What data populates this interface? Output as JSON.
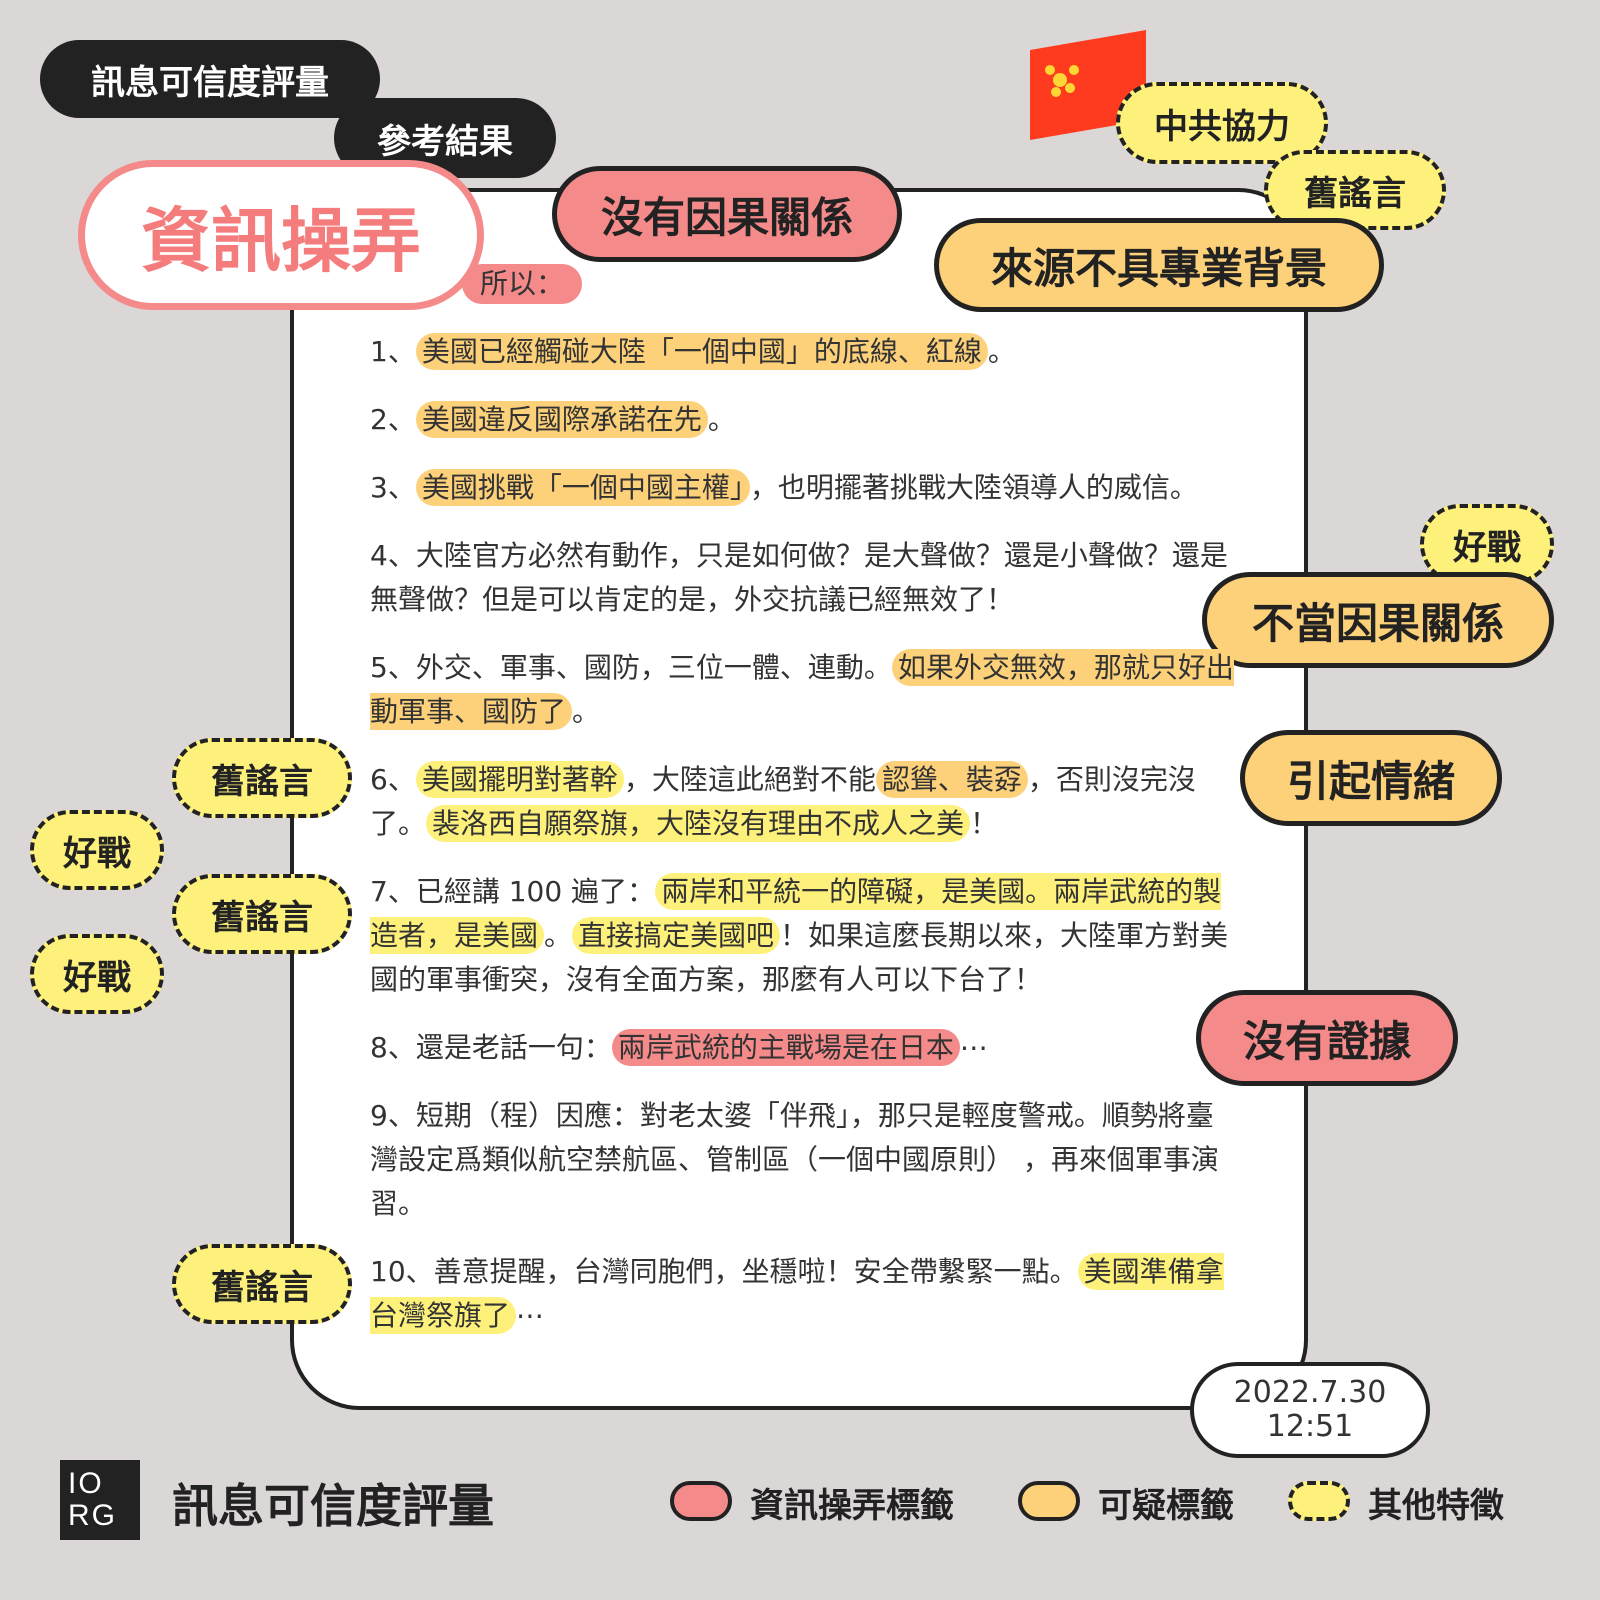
{
  "header": {
    "title": "訊息可信度評量",
    "subtitle": "參考結果"
  },
  "main_label": "資訊操弄",
  "intro": "所以：",
  "points": {
    "p1": {
      "num": "1、",
      "hl": "美國已經觸碰大陸「一個中國」的底線、紅線",
      "end": "。"
    },
    "p2": {
      "num": "2、",
      "hl": "美國違反國際承諾在先",
      "end": "。"
    },
    "p3": {
      "num": "3、",
      "hl": "美國挑戰「一個中國主權」",
      "end": "，也明擺著挑戰大陸領導人的威信。"
    },
    "p4": {
      "text": "4、大陸官方必然有動作，只是如何做？是大聲做？還是小聲做？還是無聲做？但是可以肯定的是，外交抗議已經無效了！"
    },
    "p5": {
      "pre": "5、外交、軍事、國防，三位一體、連動。",
      "hl": "如果外交無效，那就只好出動軍事、國防了",
      "end": "。"
    },
    "p6": {
      "num": "6、",
      "hl1": "美國擺明對著幹",
      "mid1": "，大陸這此絕對不能",
      "hl2": "認聳、裝孬",
      "mid2": "，否則沒完沒了。",
      "hl3": "裴洛西自願祭旗，大陸沒有理由不成人之美",
      "end": "！"
    },
    "p7": {
      "pre": "7、已經講 100 遍了：",
      "hl1": "兩岸和平統一的障礙，是美國。兩岸武統的製造者，是美國",
      "mid": "。",
      "hl2": "直接搞定美國吧",
      "end": "！如果這麼長期以來，大陸軍方對美國的軍事衝突，沒有全面方案，那麼有人可以下台了！"
    },
    "p8": {
      "pre": "8、還是老話一句：",
      "hl": "兩岸武統的主戰場是在日本",
      "end": "⋯"
    },
    "p9": {
      "text": "9、短期（程）因應：對老太婆「伴飛」，那只是輕度警戒。順勢將臺灣設定爲類似航空禁航區、管制區（一個中國原則） ，再來個軍事演習。"
    },
    "p10": {
      "pre": "10、善意提醒，台灣同胞們，坐穩啦！安全帶繫緊一點。",
      "hl": "美國準備拿台灣祭旗了",
      "end": "⋯"
    }
  },
  "tags": {
    "no_causality": "沒有因果關係",
    "ccp": "中共協力",
    "old_rumor": "舊謠言",
    "no_expertise": "來源不具專業背景",
    "warlike": "好戰",
    "improper_causality": "不當因果關係",
    "emotion": "引起情緒",
    "no_evidence": "沒有證據"
  },
  "date": {
    "day": "2022.7.30",
    "time": "12:51"
  },
  "footer": {
    "logo_top": "IO",
    "logo_bottom": "RG",
    "title": "訊息可信度評量",
    "legend": {
      "manipulation": "資訊操弄標籤",
      "suspicious": "可疑標籤",
      "other": "其他特徵"
    }
  },
  "colors": {
    "red": "#f48a8a",
    "orange": "#fcd17a",
    "yellow": "#fdf17c",
    "dark": "#222222",
    "bg": "#dbd7d6"
  }
}
